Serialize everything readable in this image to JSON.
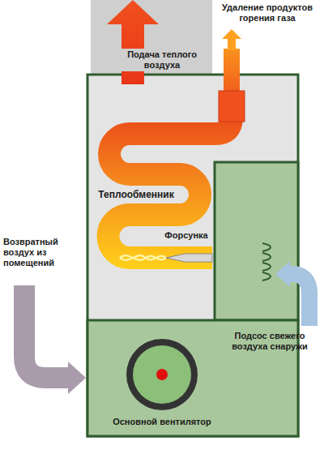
{
  "diagram": {
    "labels": [
      "Подача теплого воздуха",
      "Удаление продуктов горения газа",
      "Теплообменник",
      "Форсунка",
      "Возвратный воздух из помещений",
      "Подсос свежего воздуха снаружи",
      "Основной вентилятор"
    ]
  }
}
